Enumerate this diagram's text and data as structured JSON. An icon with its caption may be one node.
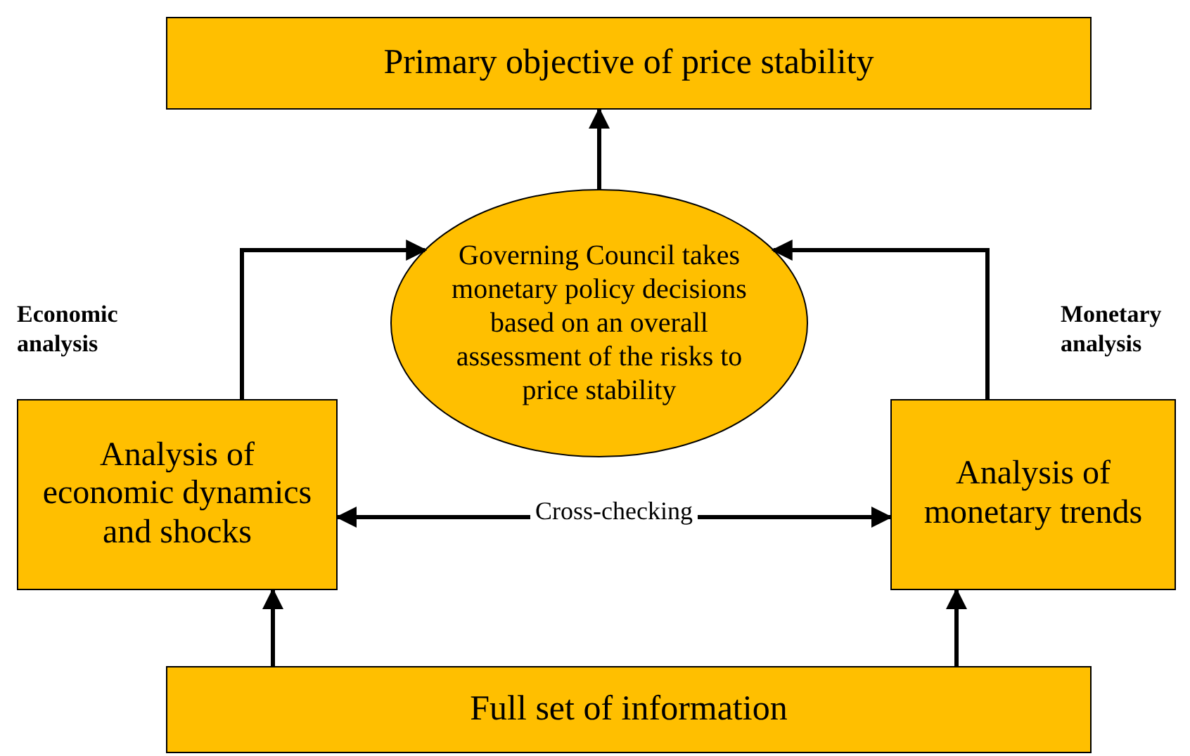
{
  "diagram": {
    "nodes": [
      {
        "text": [
          "Primary objective of price stability"
        ]
      },
      {
        "text": [
          "Governing Council takes monetary policy decisions based on an overall assessment of the risks to price stability"
        ]
      },
      {
        "text": [
          "Analysis of economic dynamics and shocks"
        ]
      },
      {
        "text": [
          "Analysis of monetary trends"
        ]
      },
      {
        "text": [
          "Full set of information"
        ]
      }
    ],
    "edges": [
      {
        "from": 1,
        "to": 0,
        "arrow": "to"
      },
      {
        "from": 2,
        "to": 1,
        "arrow": "to"
      },
      {
        "from": 3,
        "to": 1,
        "arrow": "to"
      },
      {
        "from": 4,
        "to": 2,
        "arrow": "to"
      },
      {
        "from": 4,
        "to": 3,
        "arrow": "to"
      },
      {
        "from": 2,
        "to": 3,
        "arrow": "both",
        "label": "Cross-checking"
      }
    ],
    "labels": [
      "Economic analysis",
      "Monetary analysis"
    ]
  }
}
